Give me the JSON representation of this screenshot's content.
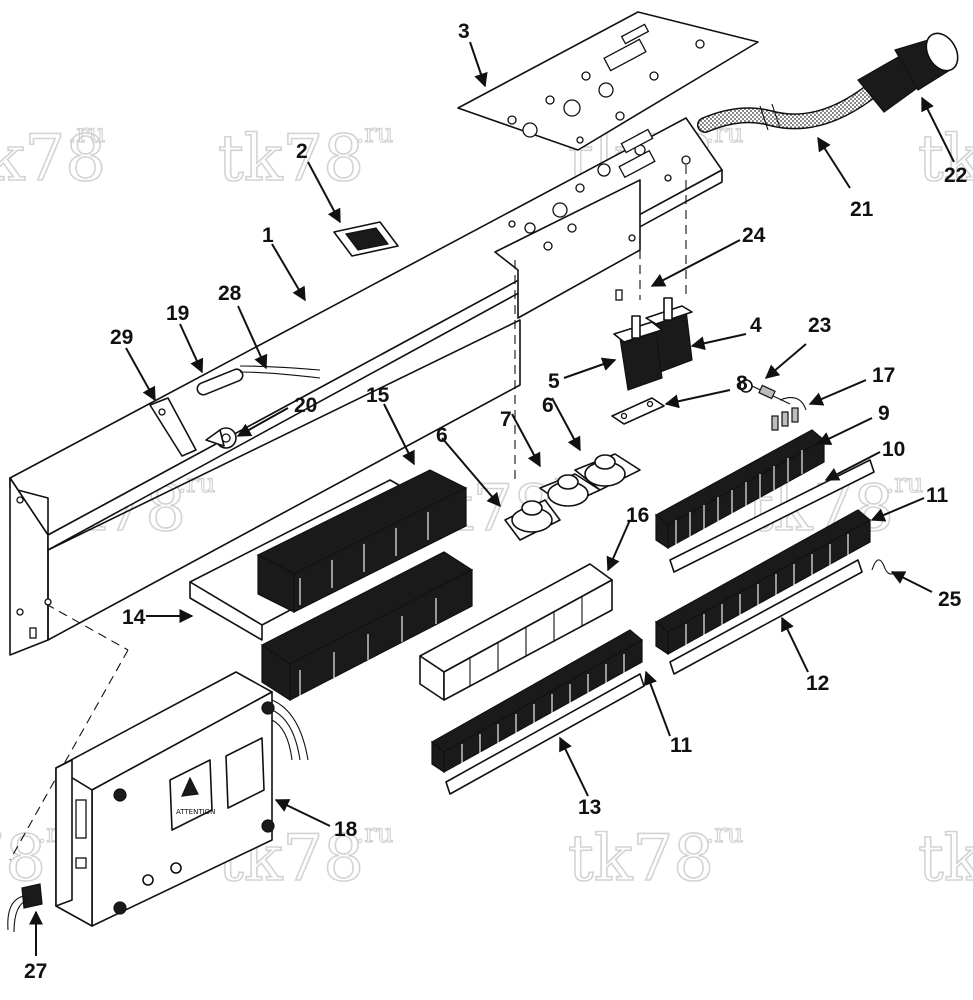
{
  "callouts": [
    {
      "id": "1",
      "label": "1"
    },
    {
      "id": "2",
      "label": "2"
    },
    {
      "id": "3",
      "label": "3"
    },
    {
      "id": "4",
      "label": "4"
    },
    {
      "id": "5",
      "label": "5"
    },
    {
      "id": "6a",
      "label": "6"
    },
    {
      "id": "6b",
      "label": "6"
    },
    {
      "id": "7",
      "label": "7"
    },
    {
      "id": "8",
      "label": "8"
    },
    {
      "id": "9",
      "label": "9"
    },
    {
      "id": "10",
      "label": "10"
    },
    {
      "id": "11a",
      "label": "11"
    },
    {
      "id": "11b",
      "label": "11"
    },
    {
      "id": "12",
      "label": "12"
    },
    {
      "id": "13",
      "label": "13"
    },
    {
      "id": "14",
      "label": "14"
    },
    {
      "id": "15",
      "label": "15"
    },
    {
      "id": "16",
      "label": "16"
    },
    {
      "id": "17",
      "label": "17"
    },
    {
      "id": "18",
      "label": "18"
    },
    {
      "id": "19",
      "label": "19"
    },
    {
      "id": "20",
      "label": "20"
    },
    {
      "id": "21",
      "label": "21"
    },
    {
      "id": "22",
      "label": "22"
    },
    {
      "id": "23",
      "label": "23"
    },
    {
      "id": "24",
      "label": "24"
    },
    {
      "id": "25",
      "label": "25"
    },
    {
      "id": "27",
      "label": "27"
    },
    {
      "id": "28",
      "label": "28"
    },
    {
      "id": "29",
      "label": "29"
    }
  ],
  "watermark": {
    "main": "tk78",
    "suffix": ".ru"
  },
  "module_label": "ATTENTION"
}
